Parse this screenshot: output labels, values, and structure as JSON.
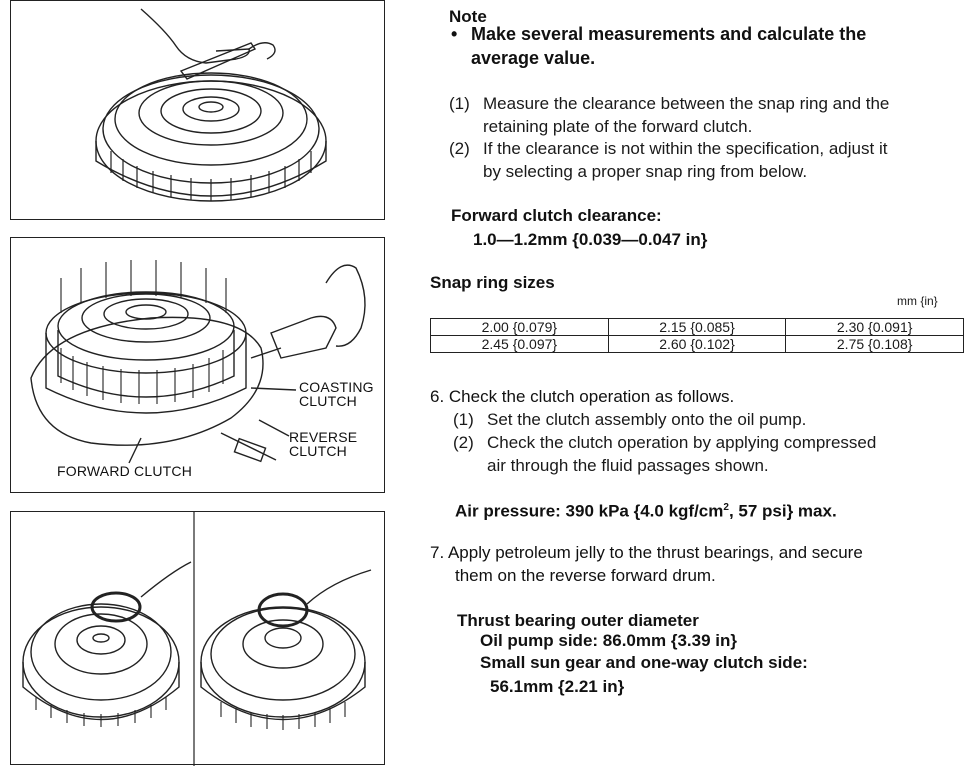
{
  "figure2": {
    "callout_coasting_1": "COASTING",
    "callout_coasting_2": "CLUTCH",
    "callout_reverse_1": "REVERSE",
    "callout_reverse_2": "CLUTCH",
    "callout_forward": "FORWARD CLUTCH"
  },
  "note": {
    "title": "Note",
    "bullet_1": "Make several measurements and calculate the",
    "bullet_2": "average value."
  },
  "steps_a": [
    {
      "num": "(1)",
      "line1": "Measure the clearance between the snap ring and the",
      "line2": "retaining plate of the forward clutch."
    },
    {
      "num": "(2)",
      "line1": "If the clearance is not within the specification, adjust it",
      "line2": "by selecting a proper snap ring from below."
    }
  ],
  "forward_clearance": {
    "title": "Forward clutch clearance:",
    "value": "1.0—1.2mm {0.039—0.047 in}"
  },
  "snap_ring": {
    "title": "Snap ring sizes",
    "unit": "mm {in}",
    "rows": [
      [
        "2.00 {0.079}",
        "2.15 {0.085}",
        "2.30 {0.091}"
      ],
      [
        "2.45 {0.097}",
        "2.60 {0.102}",
        "2.75 {0.108}"
      ]
    ]
  },
  "step6": {
    "line": "6. Check the clutch operation as follows.",
    "sub1_num": "(1)",
    "sub1": "Set the clutch assembly onto the oil pump.",
    "sub2_num": "(2)",
    "sub2_line1": "Check the clutch operation by applying compressed",
    "sub2_line2": "air through the fluid passages shown."
  },
  "air_pressure": {
    "prefix": "Air pressure: 390 kPa {4.0 kgf/cm",
    "sup": "2",
    "suffix": ", 57 psi} max."
  },
  "step7": {
    "line1": "7. Apply petroleum jelly to the thrust bearings, and secure",
    "line2": "them on the reverse forward drum."
  },
  "thrust": {
    "title": "Thrust bearing outer diameter",
    "line1": "Oil pump side: 86.0mm {3.39 in}",
    "line2": "Small sun gear and one-way clutch side:",
    "line3": "56.1mm {2.21 in}"
  }
}
